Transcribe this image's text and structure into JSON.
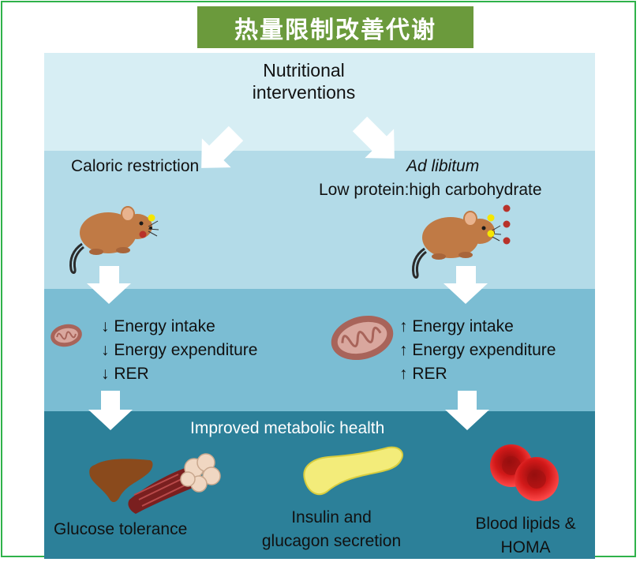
{
  "title": "热量限制改善代谢",
  "top": {
    "line1": "Nutritional",
    "line2": "interventions"
  },
  "left": {
    "heading": "Caloric restriction",
    "effects": [
      "↓ Energy intake",
      "↓ Energy expenditure",
      "↓ RER"
    ]
  },
  "right": {
    "heading_italic": "Ad libitum",
    "heading_sub": "Low protein:high carbohydrate",
    "effects": [
      "↑ Energy intake",
      "↑ Energy expenditure",
      "↑ RER"
    ]
  },
  "outcome": {
    "label": "Improved metabolic health",
    "items": [
      {
        "line1": "Glucose tolerance"
      },
      {
        "line1": "Insulin and",
        "line2": "glucagon secretion"
      },
      {
        "line1": "Blood lipids &",
        "line2": "HOMA"
      }
    ]
  },
  "colors": {
    "frame": "#2fb24a",
    "banner": "#6b9a3c",
    "band1": "#d7eef4",
    "band2": "#b3dbe8",
    "band3": "#7bbdd3",
    "band4": "#2c8099",
    "mouse": "#c07a45",
    "food_yellow": "#f5e600",
    "food_red": "#b8322a",
    "mitochondria": "#a8645a",
    "liver": "#8a4a1c",
    "muscle": "#7a1f1f",
    "adipose": "#f0d7c2",
    "pancreas": "#f3ec7a",
    "blood_cell": "#d21919"
  },
  "icons": [
    "mouse-icon",
    "food-pellet-icon",
    "mitochondria-icon",
    "liver-icon",
    "muscle-icon",
    "adipose-icon",
    "pancreas-icon",
    "red-blood-cell-icon",
    "arrow-icon"
  ]
}
